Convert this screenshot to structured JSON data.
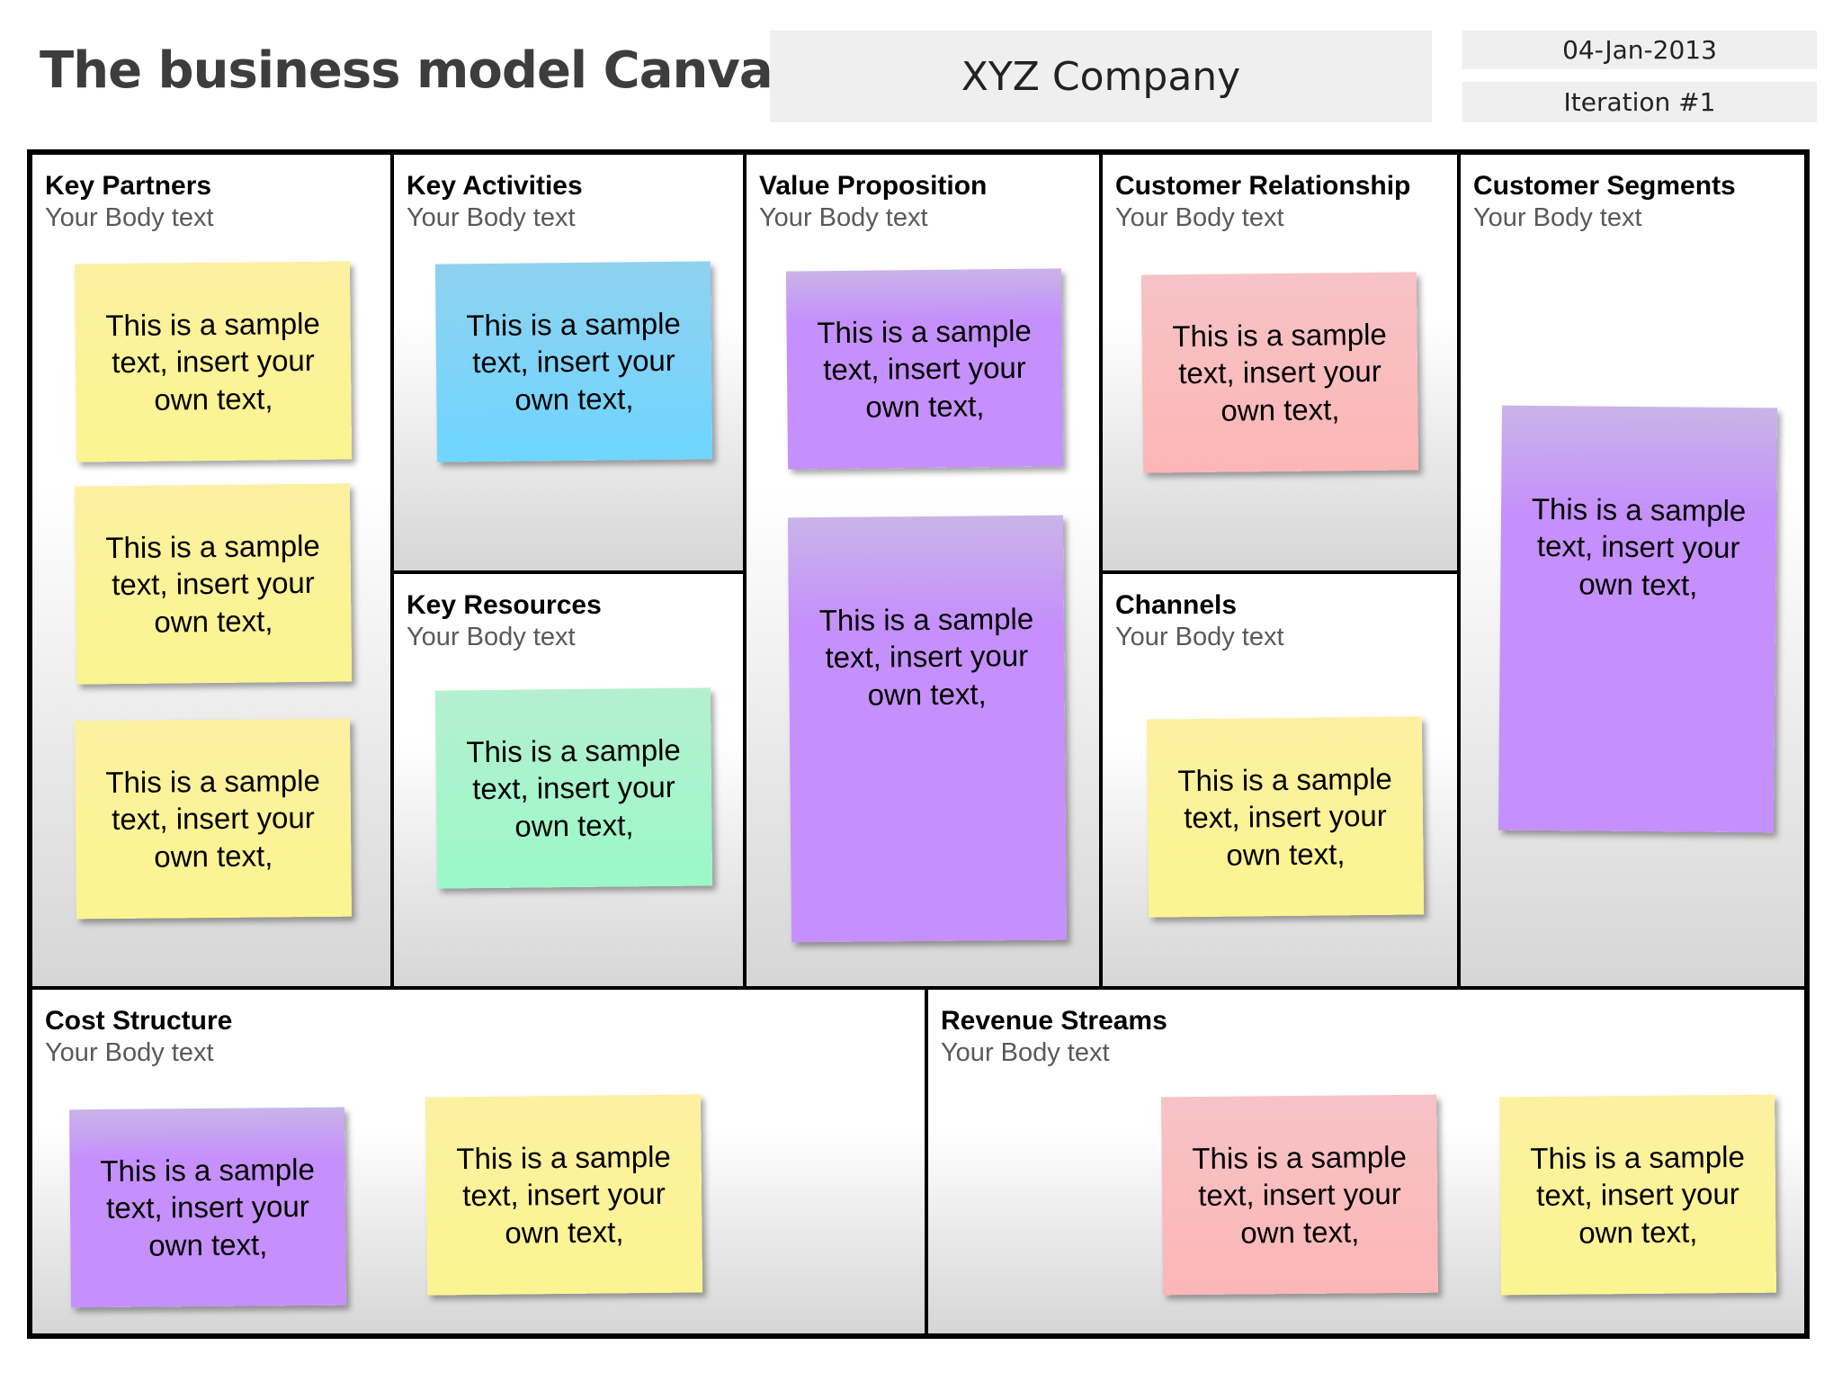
{
  "header": {
    "title": "The business model Canvas",
    "company": "XYZ Company",
    "date": "04-Jan-2013",
    "iteration": "Iteration #1"
  },
  "body_placeholder": "Your Body text",
  "note_text": "This is a sample text, insert your own text,",
  "colors": {
    "yellow": "#fbf490",
    "blue": "#6fd5ff",
    "purple": "#c590fb",
    "pink": "#fdb6b6",
    "green": "#9bf8c8",
    "border": "#000000"
  },
  "blocks": {
    "key_partners": {
      "title": "Key Partners",
      "body": "Your Body text",
      "notes": [
        "yellow",
        "yellow",
        "yellow"
      ]
    },
    "key_activities": {
      "title": "Key Activities",
      "body": "Your Body text",
      "notes": [
        "blue"
      ]
    },
    "key_resources": {
      "title": "Key Resources",
      "body": "Your Body text",
      "notes": [
        "green"
      ]
    },
    "value_proposition": {
      "title": "Value Proposition",
      "body": "Your Body text",
      "notes": [
        "purple",
        "purple"
      ]
    },
    "customer_relationship": {
      "title": "Customer Relationship",
      "body": "Your Body text",
      "notes": [
        "pink"
      ]
    },
    "channels": {
      "title": "Channels",
      "body": "Your Body text",
      "notes": [
        "yellow"
      ]
    },
    "customer_segments": {
      "title": "Customer Segments",
      "body": "Your Body text",
      "notes": [
        "purple"
      ]
    },
    "cost_structure": {
      "title": "Cost Structure",
      "body": "Your Body text",
      "notes": [
        "purple",
        "yellow"
      ]
    },
    "revenue_streams": {
      "title": "Revenue Streams",
      "body": "Your Body text",
      "notes": [
        "pink",
        "yellow"
      ]
    }
  }
}
